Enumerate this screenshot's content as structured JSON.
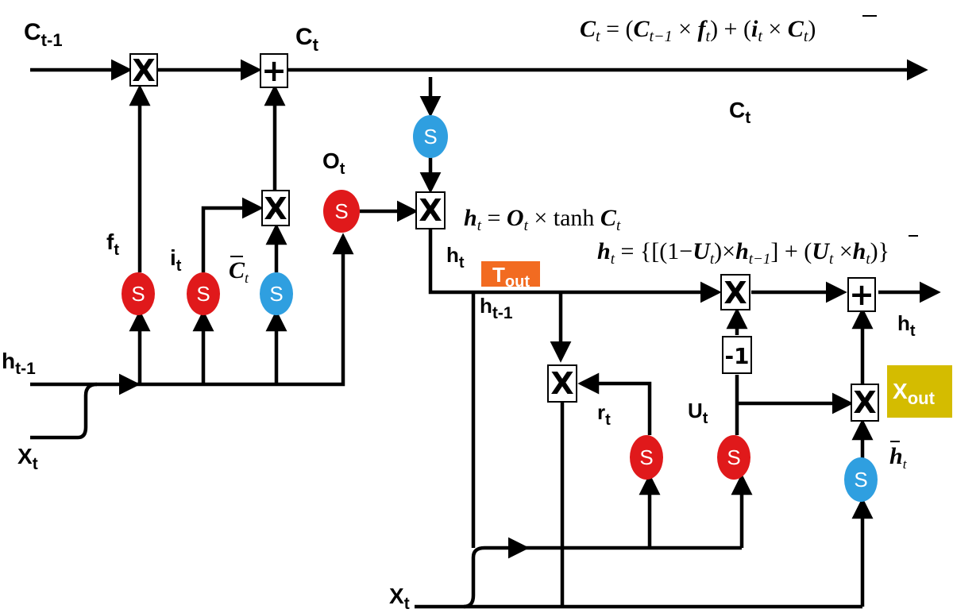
{
  "colors": {
    "sigmoid_red": "#e0191b",
    "sigmoid_blue": "#2f9fe0",
    "tout_bg": "#f26b21",
    "xout_bg": "#d4bc00",
    "line": "#000000"
  },
  "ops": {
    "mul": "X",
    "add": "+",
    "neg_one": "-1",
    "sigmoid": "S"
  },
  "labels": {
    "c_prev_main": "C",
    "c_prev_sub": "t-1",
    "c_t_main": "C",
    "c_t_sub": "t",
    "c_t2_main": "C",
    "c_t2_sub": "t",
    "f_main": "f",
    "f_sub": "t",
    "i_main": "i",
    "i_sub": "t",
    "cbar_main": "C",
    "cbar_sub": "t",
    "o_main": "O",
    "o_sub": "t",
    "h_prev_main": "h",
    "h_prev_sub": "t-1",
    "x_t_main": "X",
    "x_t_sub": "t",
    "h_t_main": "h",
    "h_t_sub": "t",
    "h_prev2_main": "h",
    "h_prev2_sub": "t-1",
    "r_main": "r",
    "r_sub": "t",
    "u_main": "U",
    "u_sub": "t",
    "hbar_main": "h",
    "hbar_sub": "t",
    "h_out_main": "h",
    "h_out_sub": "t",
    "x_t2_main": "X",
    "x_t2_sub": "t"
  },
  "tags": {
    "tout_main": "T",
    "tout_sub": "out",
    "xout_main": "X",
    "xout_sub": "out"
  },
  "equations": {
    "cell": {
      "lhs": "C",
      "lhs_sub": "t",
      "eq": " = (",
      "c": "C",
      "c_sub": "t−1",
      "times1": " × ",
      "f": "f",
      "f_sub": "t",
      "mid": ") + (",
      "i": "i",
      "i_sub": "t",
      "times2": " × ",
      "cbar": "C",
      "cbar_sub": "t",
      "end": ")"
    },
    "hidden": {
      "lhs": "h",
      "lhs_sub": "t",
      "eq": " = ",
      "o": "O",
      "o_sub": "t",
      "rest": " × tanh ",
      "c": "C",
      "c_sub": "t"
    },
    "gru": {
      "lhs": "h",
      "lhs_sub": "t",
      "open": " = {[(1−",
      "u": "U",
      "u_sub": "t",
      "mid1": ")×",
      "h": "h",
      "h_sub": "t−1",
      "mid2": "] + (",
      "u2": "U",
      "u2_sub": "t",
      "times": " ×",
      "hbar": "h",
      "hbar_sub": "t",
      "end": ")}"
    }
  }
}
